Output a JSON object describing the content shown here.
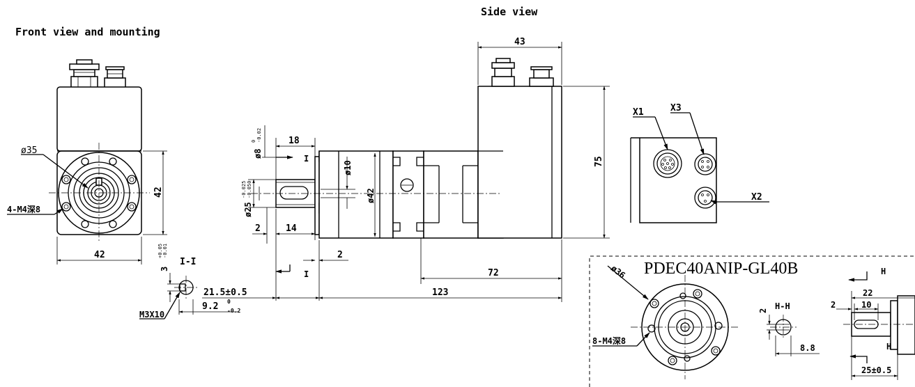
{
  "titles": {
    "front": "Front view and mounting",
    "side": "Side view",
    "variant": "PDEC40ANIP-GL40B"
  },
  "front": {
    "dia35": "ø35",
    "holes": "4-M4深8",
    "width": "42",
    "height": "42"
  },
  "section": {
    "label": "I-I",
    "height": "3",
    "tol_up": "+0.05",
    "tol_lo": "-0.01",
    "screw": "M3X10",
    "depth": "9.2",
    "depth_sup": "0",
    "depth_sub": "-0.2"
  },
  "side": {
    "d8": "ø8",
    "d8_tol_up": "0",
    "d8_tol_lo": "-0.02",
    "len18": "18",
    "cut": "I",
    "d10": "ø10",
    "d25": "ø25",
    "d25_tol_up": "-0.025",
    "d25_tol_lo": "-0.050",
    "d42": "ø42",
    "len2a": "2",
    "len14": "14",
    "len2b": "2",
    "flange": "21.5±0.5",
    "total": "123",
    "body": "72",
    "top": "43",
    "height": "75"
  },
  "connectors": {
    "x1": "X1",
    "x2": "X2",
    "x3": "X3"
  },
  "variant": {
    "dia36": "ø36",
    "holes": "8-M4深8",
    "hh": "H-H",
    "hh_h": "2",
    "hh_w": "8.8",
    "cut": "H",
    "len22": "22",
    "len2": "2",
    "len10": "10",
    "flange": "25±0.5"
  }
}
